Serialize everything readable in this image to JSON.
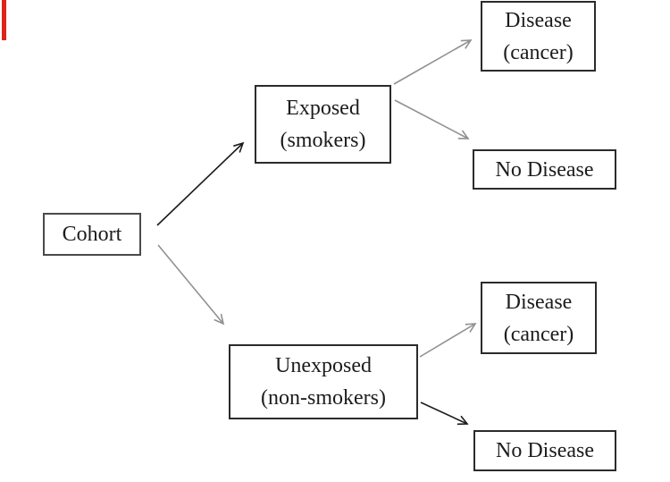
{
  "diagram": {
    "type": "cohort-study-tree",
    "nodes": {
      "cohort": {
        "label": "Cohort"
      },
      "exposed": {
        "line1": "Exposed",
        "line2": "(smokers)"
      },
      "disease_top": {
        "line1": "Disease",
        "line2": "(cancer)"
      },
      "no_disease_top": {
        "label": "No Disease"
      },
      "unexposed": {
        "line1": "Unexposed",
        "line2": "(non-smokers)"
      },
      "disease_bottom": {
        "line1": "Disease",
        "line2": "(cancer)"
      },
      "no_disease_bottom": {
        "label": "No Disease"
      }
    },
    "edges": [
      {
        "from": "cohort",
        "to": "exposed",
        "color": "black"
      },
      {
        "from": "cohort",
        "to": "unexposed",
        "color": "gray"
      },
      {
        "from": "exposed",
        "to": "disease_top",
        "color": "gray"
      },
      {
        "from": "exposed",
        "to": "no_disease_top",
        "color": "gray"
      },
      {
        "from": "unexposed",
        "to": "disease_bottom",
        "color": "gray"
      },
      {
        "from": "unexposed",
        "to": "no_disease_bottom",
        "color": "black"
      }
    ],
    "colors": {
      "arrow_black": "#1c1c1c",
      "arrow_gray": "#919191",
      "box_border": "#2b2b2b",
      "background": "#ffffff",
      "accent_red": "#e02318"
    }
  }
}
